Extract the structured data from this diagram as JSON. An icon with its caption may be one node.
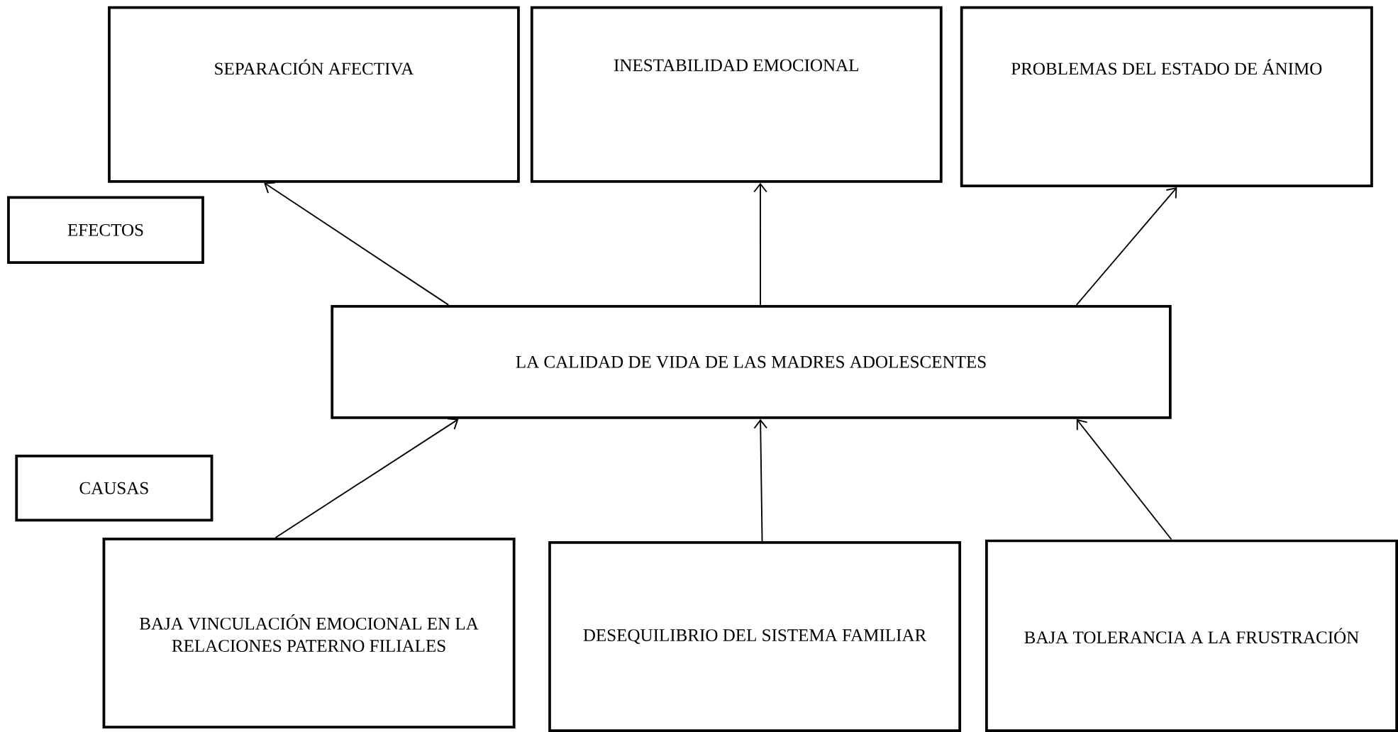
{
  "diagram": {
    "nodes": [
      {
        "text": [
          "SEPARACIÓN AFECTIVA"
        ]
      },
      {
        "text": [
          "INESTABILIDAD EMOCIONAL"
        ]
      },
      {
        "text": [
          "PROBLEMAS DEL ESTADO DE ÁNIMO"
        ]
      },
      {
        "text": [
          "EFECTOS"
        ]
      },
      {
        "text": [
          "LA CALIDAD DE VIDA DE LAS MADRES ADOLESCENTES"
        ]
      },
      {
        "text": [
          "CAUSAS"
        ]
      },
      {
        "text": [
          "BAJA VINCULACIÓN EMOCIONAL EN LA RELACIONES PATERNO FILIALES"
        ]
      },
      {
        "text": [
          "DESEQUILIBRIO DEL SISTEMA FAMILIAR"
        ]
      },
      {
        "text": [
          "BAJA TOLERANCIA A LA FRUSTRACIÓN"
        ]
      }
    ],
    "edges": [
      {
        "from": 4,
        "to": 0,
        "arrow": "to"
      },
      {
        "from": 4,
        "to": 1,
        "arrow": "to"
      },
      {
        "from": 4,
        "to": 2,
        "arrow": "to"
      },
      {
        "from": 6,
        "to": 4,
        "arrow": "to"
      },
      {
        "from": 7,
        "to": 4,
        "arrow": "to"
      },
      {
        "from": 8,
        "to": 4,
        "arrow": "to"
      }
    ]
  }
}
